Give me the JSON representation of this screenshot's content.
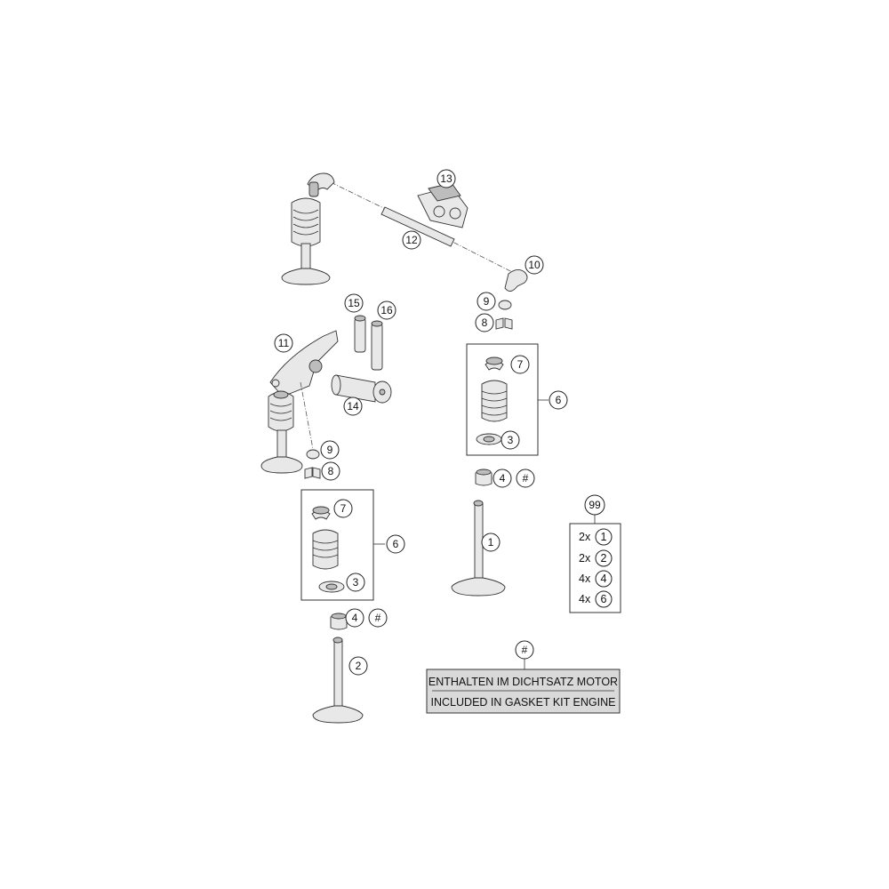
{
  "callouts": {
    "c13": "13",
    "c12": "12",
    "c10": "10",
    "c9a": "9",
    "c8a": "8",
    "c15": "15",
    "c16": "16",
    "c11": "11",
    "c14": "14",
    "c7a": "7",
    "c6a": "6",
    "c3a": "3",
    "c4a": "4",
    "c4a_hash": "#",
    "c9b": "9",
    "c8b": "8",
    "c7b": "7",
    "c6b": "6",
    "c3b": "3",
    "c4b": "4",
    "c4b_hash": "#",
    "c1": "1",
    "c2": "2",
    "c99": "99",
    "legend_hash": "#"
  },
  "kit99": [
    {
      "qty": "2x",
      "part": "1"
    },
    {
      "qty": "2x",
      "part": "2"
    },
    {
      "qty": "4x",
      "part": "4"
    },
    {
      "qty": "4x",
      "part": "6"
    }
  ],
  "legend": {
    "line_de": "ENTHALTEN IM DICHTSATZ MOTOR",
    "line_en": "INCLUDED IN GASKET KIT ENGINE"
  },
  "colors": {
    "background": "#ffffff",
    "legend_fill": "#d9d9d9",
    "outline": "#333333"
  }
}
